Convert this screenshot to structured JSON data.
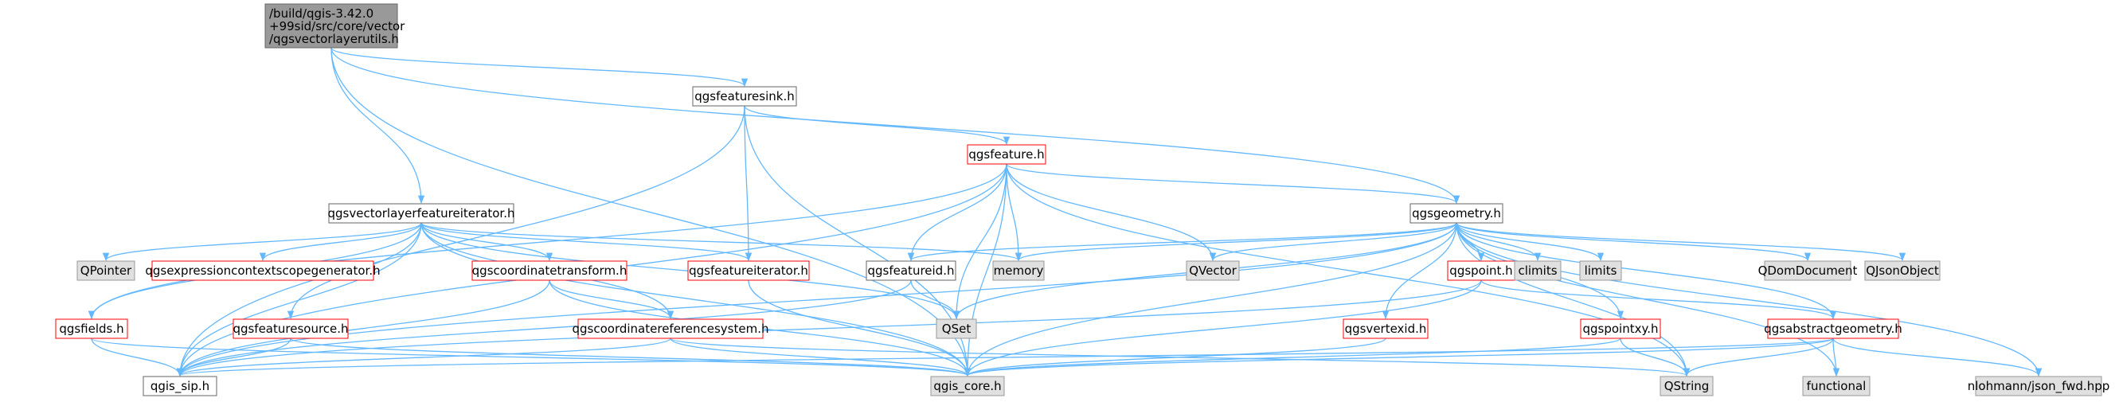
{
  "diagram": {
    "nodes": [
      {
        "id": "root",
        "lines": [
          "/build/qgis-3.42.0",
          "+99sid/src/core/vector",
          "/qgsvectorlayerutils.h"
        ],
        "style": "root"
      },
      {
        "id": "featuresink",
        "lines": [
          "qgsfeaturesink.h"
        ],
        "style": "plain"
      },
      {
        "id": "feature",
        "lines": [
          "qgsfeature.h"
        ],
        "style": "red"
      },
      {
        "id": "vlfi",
        "lines": [
          "qgsvectorlayerfeatureiterator.h"
        ],
        "style": "plain"
      },
      {
        "id": "geometry",
        "lines": [
          "qgsgeometry.h"
        ],
        "style": "plain"
      },
      {
        "id": "qpointer",
        "lines": [
          "QPointer"
        ],
        "style": "gray"
      },
      {
        "id": "exprctx",
        "lines": [
          "qgsexpressioncontextscopegenerator.h"
        ],
        "style": "red"
      },
      {
        "id": "coordtrans",
        "lines": [
          "qgscoordinatetransform.h"
        ],
        "style": "red"
      },
      {
        "id": "featiter",
        "lines": [
          "qgsfeatureiterator.h"
        ],
        "style": "red"
      },
      {
        "id": "memory",
        "lines": [
          "memory"
        ],
        "style": "gray"
      },
      {
        "id": "featureid",
        "lines": [
          "qgsfeatureid.h"
        ],
        "style": "plain"
      },
      {
        "id": "qvector",
        "lines": [
          "QVector"
        ],
        "style": "gray"
      },
      {
        "id": "point",
        "lines": [
          "qgspoint.h"
        ],
        "style": "red"
      },
      {
        "id": "climits",
        "lines": [
          "climits"
        ],
        "style": "gray"
      },
      {
        "id": "limits",
        "lines": [
          "limits"
        ],
        "style": "gray"
      },
      {
        "id": "qdomdoc",
        "lines": [
          "QDomDocument"
        ],
        "style": "gray"
      },
      {
        "id": "qjson",
        "lines": [
          "QJsonObject"
        ],
        "style": "gray"
      },
      {
        "id": "fields",
        "lines": [
          "qgsfields.h"
        ],
        "style": "red"
      },
      {
        "id": "featsource",
        "lines": [
          "qgsfeaturesource.h"
        ],
        "style": "red"
      },
      {
        "id": "crs",
        "lines": [
          "qgscoordinatereferencesystem.h"
        ],
        "style": "red"
      },
      {
        "id": "qset",
        "lines": [
          "QSet"
        ],
        "style": "gray"
      },
      {
        "id": "vertexid",
        "lines": [
          "qgsvertexid.h"
        ],
        "style": "red"
      },
      {
        "id": "pointxy",
        "lines": [
          "qgspointxy.h"
        ],
        "style": "red"
      },
      {
        "id": "absgeom",
        "lines": [
          "qgsabstractgeometry.h"
        ],
        "style": "red"
      },
      {
        "id": "sip",
        "lines": [
          "qgis_sip.h"
        ],
        "style": "plain"
      },
      {
        "id": "core",
        "lines": [
          "qgis_core.h"
        ],
        "style": "gray"
      },
      {
        "id": "qstring",
        "lines": [
          "QString"
        ],
        "style": "gray"
      },
      {
        "id": "functional",
        "lines": [
          "functional"
        ],
        "style": "gray"
      },
      {
        "id": "json",
        "lines": [
          "nlohmann/json_fwd.hpp"
        ],
        "style": "gray"
      }
    ],
    "edges": [
      [
        "root",
        "featuresink"
      ],
      [
        "root",
        "vlfi"
      ],
      [
        "root",
        "geometry"
      ],
      [
        "root",
        "core"
      ],
      [
        "featuresink",
        "feature"
      ],
      [
        "featuresink",
        "featiter"
      ],
      [
        "featuresink",
        "sip"
      ],
      [
        "featuresink",
        "core"
      ],
      [
        "feature",
        "featureid"
      ],
      [
        "feature",
        "memory"
      ],
      [
        "feature",
        "qset"
      ],
      [
        "feature",
        "qvector"
      ],
      [
        "feature",
        "geometry"
      ],
      [
        "feature",
        "fields"
      ],
      [
        "feature",
        "sip"
      ],
      [
        "feature",
        "core"
      ],
      [
        "feature",
        "qstring"
      ],
      [
        "vlfi",
        "qpointer"
      ],
      [
        "vlfi",
        "exprctx"
      ],
      [
        "vlfi",
        "coordtrans"
      ],
      [
        "vlfi",
        "featiter"
      ],
      [
        "vlfi",
        "memory"
      ],
      [
        "vlfi",
        "crs"
      ],
      [
        "vlfi",
        "qset"
      ],
      [
        "vlfi",
        "fields"
      ],
      [
        "vlfi",
        "featsource"
      ],
      [
        "vlfi",
        "sip"
      ],
      [
        "vlfi",
        "core"
      ],
      [
        "coordtrans",
        "crs"
      ],
      [
        "coordtrans",
        "sip"
      ],
      [
        "coordtrans",
        "core"
      ],
      [
        "featiter",
        "core"
      ],
      [
        "featureid",
        "qset"
      ],
      [
        "featureid",
        "sip"
      ],
      [
        "fields",
        "sip"
      ],
      [
        "fields",
        "core"
      ],
      [
        "featsource",
        "sip"
      ],
      [
        "featsource",
        "core"
      ],
      [
        "crs",
        "sip"
      ],
      [
        "crs",
        "core"
      ],
      [
        "crs",
        "qstring"
      ],
      [
        "geometry",
        "featureid"
      ],
      [
        "geometry",
        "memory"
      ],
      [
        "geometry",
        "qvector"
      ],
      [
        "geometry",
        "point"
      ],
      [
        "geometry",
        "climits"
      ],
      [
        "geometry",
        "limits"
      ],
      [
        "geometry",
        "qdomdoc"
      ],
      [
        "geometry",
        "qjson"
      ],
      [
        "geometry",
        "qset"
      ],
      [
        "geometry",
        "vertexid"
      ],
      [
        "geometry",
        "pointxy"
      ],
      [
        "geometry",
        "absgeom"
      ],
      [
        "geometry",
        "sip"
      ],
      [
        "geometry",
        "core"
      ],
      [
        "geometry",
        "qstring"
      ],
      [
        "geometry",
        "functional"
      ],
      [
        "geometry",
        "json"
      ],
      [
        "point",
        "absgeom"
      ],
      [
        "point",
        "sip"
      ],
      [
        "point",
        "core"
      ],
      [
        "vertexid",
        "core"
      ],
      [
        "pointxy",
        "core"
      ],
      [
        "pointxy",
        "qstring"
      ],
      [
        "absgeom",
        "core"
      ],
      [
        "absgeom",
        "qstring"
      ],
      [
        "absgeom",
        "functional"
      ],
      [
        "absgeom",
        "json"
      ],
      [
        "absgeom",
        "sip"
      ]
    ],
    "colors": {
      "edge": "#63b8ff",
      "plain_border": "#666666",
      "red_border": "#ff0000",
      "gray_fill": "#e0e0e0",
      "gray_border": "#999999",
      "root_fill": "#999999",
      "root_border": "#666666"
    }
  }
}
